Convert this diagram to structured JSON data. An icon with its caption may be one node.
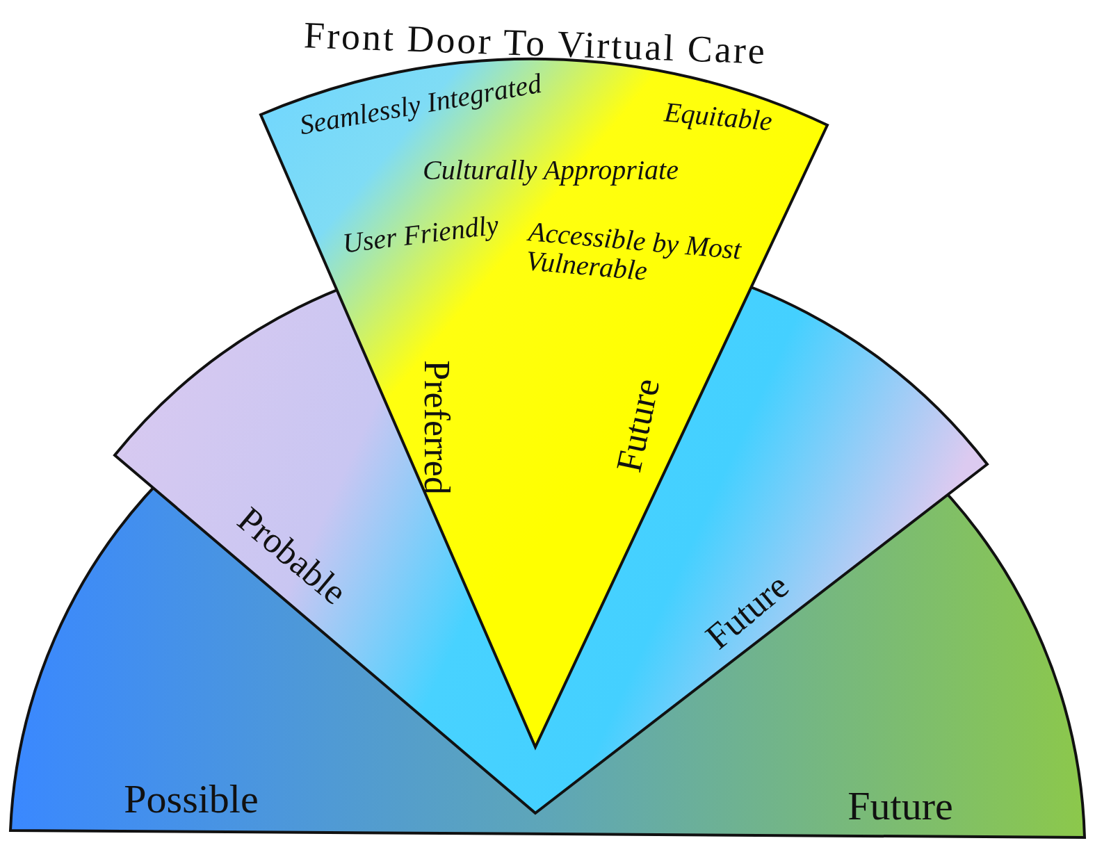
{
  "diagram": {
    "title": "Front Door To Virtual Care",
    "nodes": [
      {
        "text": [
          "Possible",
          "Future"
        ]
      },
      {
        "text": [
          "Probable",
          "Future"
        ]
      },
      {
        "text": [
          "Preferred",
          "Future",
          "Seamlessly Integrated",
          "Equitable",
          "Culturally Appropriate",
          "User Friendly",
          "Accessible by Most Vulnerable"
        ]
      }
    ]
  }
}
